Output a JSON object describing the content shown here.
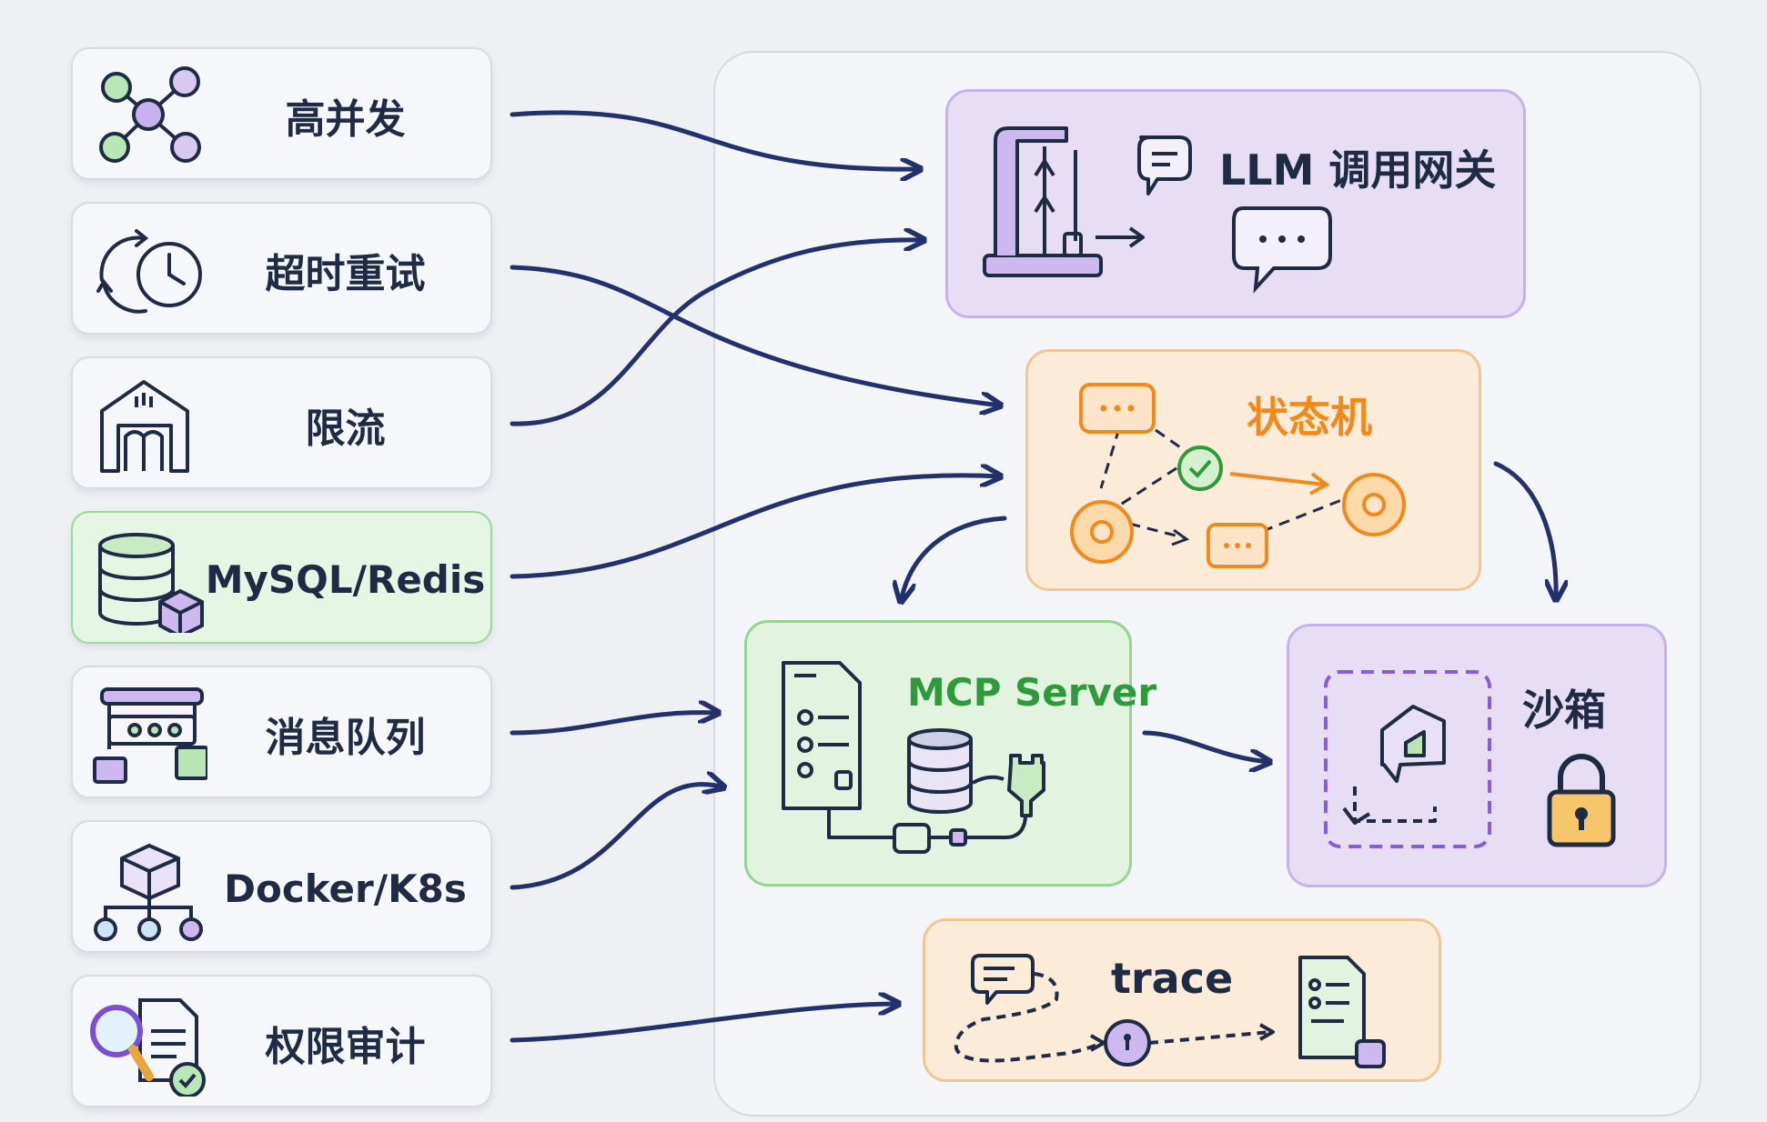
{
  "capabilities": [
    {
      "label": "高并发",
      "icon": "network-nodes-icon"
    },
    {
      "label": "超时重试",
      "icon": "clock-retry-icon"
    },
    {
      "label": "限流",
      "icon": "gate-icon"
    },
    {
      "label": "MySQL/Redis",
      "icon": "database-icon"
    },
    {
      "label": "消息队列",
      "icon": "conveyor-queue-icon"
    },
    {
      "label": "Docker/K8s",
      "icon": "container-cluster-icon"
    },
    {
      "label": "权限审计",
      "icon": "audit-magnifier-icon"
    }
  ],
  "modules": {
    "gateway": {
      "title": "LLM 调用网关",
      "icon": "gateway-chat-icon"
    },
    "state_machine": {
      "title": "状态机",
      "icon": "state-graph-icon"
    },
    "mcp": {
      "title": "MCP Server",
      "icon": "server-plugin-icon"
    },
    "sandbox": {
      "title": "沙箱",
      "icon": "lock-icon"
    },
    "trace": {
      "title": "trace",
      "icon": "trace-path-icon"
    }
  },
  "colors": {
    "ink": "#1f2a44",
    "arrow": "#22306b",
    "purple": "#7c4fcf",
    "orange": "#f08a1c",
    "green": "#2e9a3c"
  }
}
